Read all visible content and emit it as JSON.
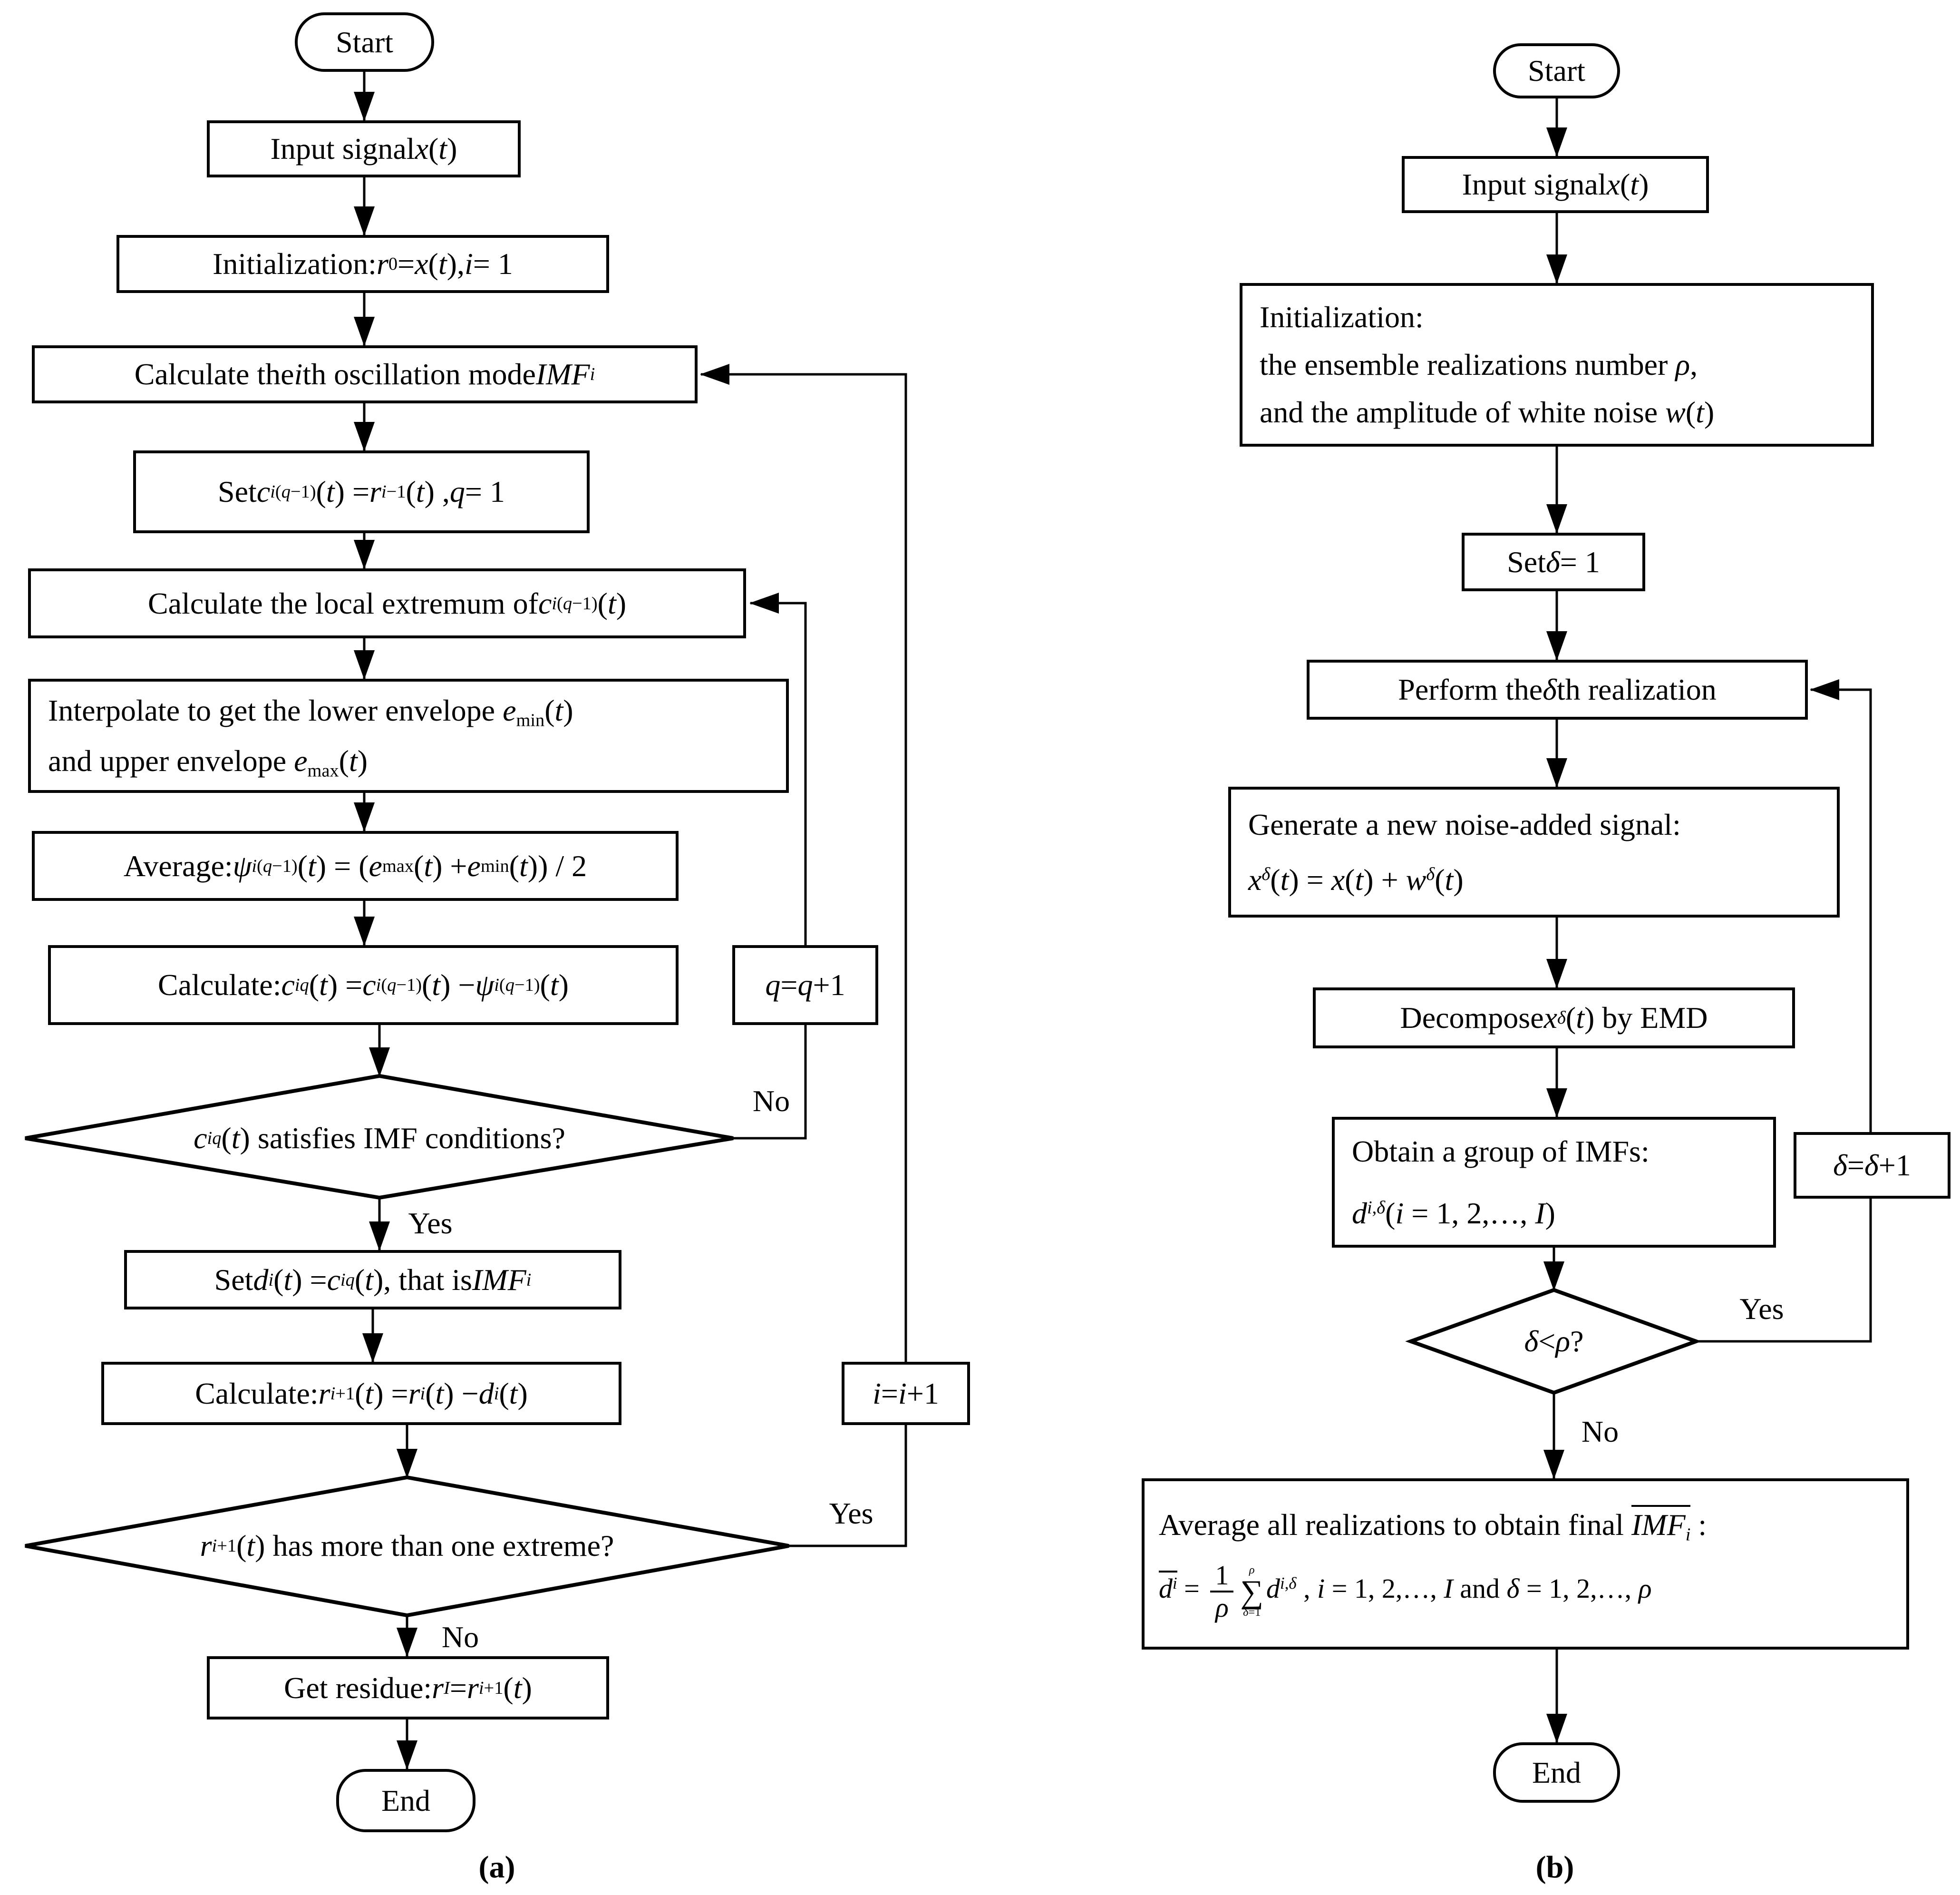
{
  "panel_a": {
    "caption": "(a)",
    "start": "Start",
    "input": "Input signal *x*(*t*)",
    "init": "Initialization: *r*^{0} = *x*(*t*), *i* = 1",
    "calc_mode": "Calculate the *i*th oscillation mode *IMF*_{*i*}",
    "set_c": "Set  *c*^{*i*(*q*−1)}(*t*) = *r*^{*i*−1}(*t*) ,  *q* = 1",
    "local_extremum": "Calculate the local extremum of   *c*^{*i*(*q*−1)}(*t*)",
    "interpolate_line1": "Interpolate to get  the lower envelope  *e*_{min}(*t*)",
    "interpolate_line2": "and upper envelope  *e*_{max}(*t*)",
    "average": "Average:  *ψ*^{*i*(*q*−1)}(*t*) = (*e*_{max}(*t*) + *e*_{min}(*t*)) / 2",
    "calc_c": "Calculate:  *c*^{*iq*}(*t*) = *c*^{*i*(*q*−1)}(*t*) − *ψ*^{*i*(*q*−1)}(*t*)",
    "q_increment": "*q* = *q*+1",
    "imf_check": "*c*^{*iq*}(*t*) satisfies IMF conditions?",
    "no1": "No",
    "yes1": "Yes",
    "set_d": "Set *d*^{*i*}(*t*) = *c*^{*iq*}(*t*), that is *IMF*_{*i*}",
    "calc_r": "Calculate:  *r*^{*i*+1}(*t*) = *r*^{*i*}(*t*) − *d*^{*i*}(*t*)",
    "i_increment": "*i* = *i*+1",
    "extreme_check": "*r*^{*i*+1}(*t*) has more than one extreme?",
    "yes2": "Yes",
    "no2": "No",
    "residue": "Get residue:  *r*^{*I*} =*r*^{*i*+1}(*t*)",
    "end": "End"
  },
  "panel_b": {
    "caption": "(b)",
    "start": "Start",
    "input": "Input signal *x*(*t*)",
    "init_line1": "Initialization:",
    "init_line2": "the ensemble realizations number *ρ*,",
    "init_line3": "and the amplitude of white noise *w*(*t*)",
    "set_delta": "Set  *δ* = 1",
    "perform": "Perform the  *δ* th realization",
    "generate_line1": "Generate a new noise-added signal:",
    "generate_line2": "*x*^{*δ*}(*t*) = *x*(*t*) + *w*^{*δ*}(*t*)",
    "decompose": "Decompose  *x*^{*δ*}(*t*)  by EMD",
    "obtain_line1": "Obtain a group of IMFs:",
    "obtain_line2": "*d*^{*i*,*δ*}(*i* = 1, 2,…, *I*)",
    "delta_increment": "*δ* = *δ* +1",
    "rho_check": "*δ* < *ρ* ?",
    "yes": "Yes",
    "no": "No",
    "average_line1": "Average all realizations to obtain final  #{*IMF*_{*i*}} :",
    "average_line2": "#{*d*^{*i*}} = @{1|*ρ*}${*ρ*|*δ*=1}*d*^{*i*,*δ*} ,  *i* = 1, 2,…, *I*  and  *δ* = 1, 2,…, *ρ*",
    "end": "End"
  }
}
